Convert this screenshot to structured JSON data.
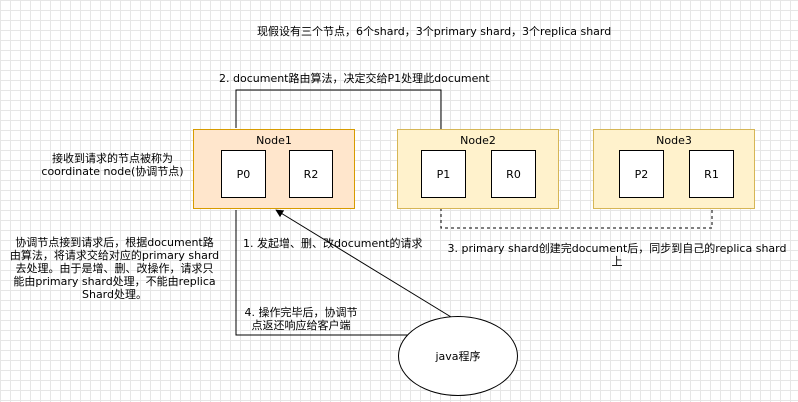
{
  "header_text": "现假设有三个节点，6个shard，3个primary shard，3个replica shard",
  "route_text": "2. document路由算法，决定交给P1处理此document",
  "coordinate_text": {
    "line1": "接收到请求的节点被称为",
    "line2": "coordinate node(协调节点)"
  },
  "coordinator_note": {
    "line1": "协调节点接到请求后，根据document路",
    "line2": "由算法，将请求交给对应的primary shard",
    "line3": "去处理。由于是增、删、改操作，请求只",
    "line4": "能由primary shard处理，不能由replica",
    "line5": "Shard处理。"
  },
  "request_text": "1. 发起增、删、改document的请求",
  "sync_text": {
    "line1": "3. primary shard创建完document后，同步到自己的replica shard",
    "line2": "上"
  },
  "response_text": {
    "line1": "4. 操作完毕后，协调节",
    "line2": "点返还响应给客户端"
  },
  "nodes": [
    {
      "title": "Node1",
      "shards": [
        "P0",
        "R2"
      ]
    },
    {
      "title": "Node2",
      "shards": [
        "P1",
        "R0"
      ]
    },
    {
      "title": "Node3",
      "shards": [
        "P2",
        "R1"
      ]
    }
  ],
  "client_label": "java程序",
  "colors": {
    "node1_fill": "#ffe6cc",
    "node1_border": "#d79b00",
    "node_fill": "#fff2cc",
    "node_border": "#d6b656"
  }
}
